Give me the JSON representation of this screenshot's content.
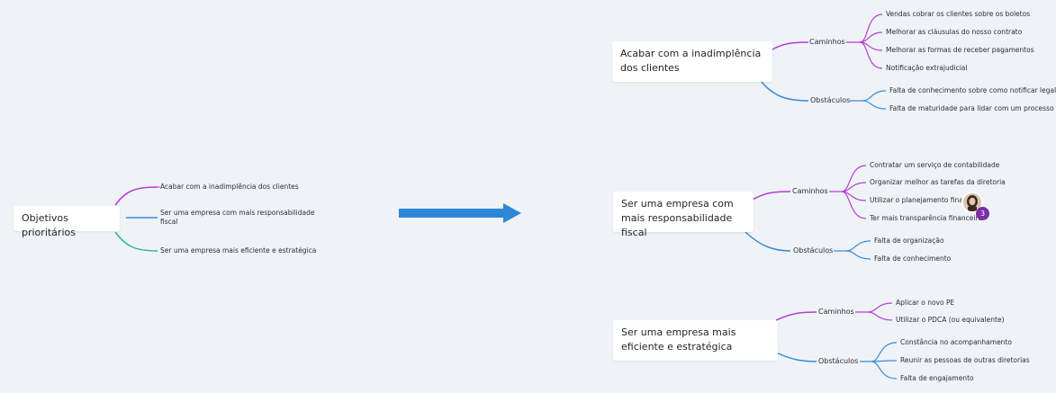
{
  "left_map": {
    "root": "Objetivos prioritários",
    "branches": [
      "Acabar com a inadimplência dos clientes",
      "Ser uma empresa com mais responsabilidade fiscal",
      "Ser uma empresa mais eficiente e estratégica"
    ]
  },
  "right_map": [
    {
      "title": "Acabar com a inadimplência dos clientes",
      "caminhos_label": "Caminhos",
      "caminhos": [
        "Vendas cobrar os clientes sobre os boletos",
        "Melhorar as cláusulas do nosso contrato",
        "Melhorar as formas de receber pagamentos",
        "Notificação extrajudicial"
      ],
      "obstaculos_label": "Obstáculos",
      "obstaculos": [
        "Falta de conhecimento sobre como notificar legalmente",
        "Falta de maturidade para lidar com um processo"
      ]
    },
    {
      "title": "Ser uma empresa com mais responsabilidade fiscal",
      "caminhos_label": "Caminhos",
      "caminhos": [
        "Contratar um serviço de contabilidade",
        "Organizar melhor as tarefas da diretoria",
        "Utilizar o planejamento financ",
        "Ter mais transparência financeira"
      ],
      "obstaculos_label": "Obstáculos",
      "obstaculos": [
        "Falta de organização",
        "Falta de conhecimento"
      ]
    },
    {
      "title": "Ser uma empresa mais eficiente e estratégica",
      "caminhos_label": "Caminhos",
      "caminhos": [
        "Aplicar o novo PE",
        "Utilizar o PDCA (ou equivalente)"
      ],
      "obstaculos_label": "Obstáculos",
      "obstaculos": [
        "Constância no acompanhamento",
        "Reunir as pessoas de outras diretorias",
        "Falta de engajamento"
      ]
    }
  ],
  "collaborators_badge": "3",
  "colors": {
    "purple": "#b43fd1",
    "blue": "#3a8ad8",
    "teal": "#2fb1a0",
    "arrow": "#2f86d6",
    "background": "#eff3f7"
  }
}
